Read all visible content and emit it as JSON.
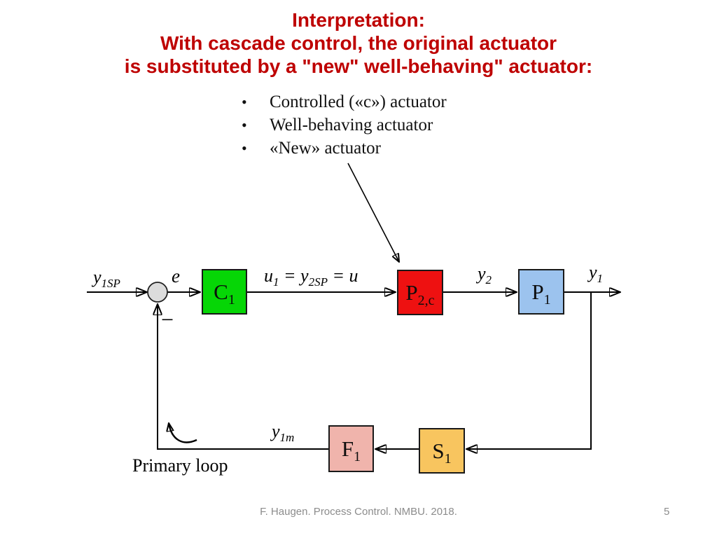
{
  "title": {
    "color": "#be0000",
    "lines": [
      "Interpretation:",
      "With cascade control, the original actuator",
      "is substituted by a \"new\" well-behaving\" actuator:"
    ]
  },
  "bullets": {
    "marker": "•",
    "items": [
      "Controlled («c») actuator",
      "Well-behaving actuator",
      "«New» actuator"
    ]
  },
  "diagram": {
    "blocks": {
      "c1": {
        "main": "C",
        "sub": "1",
        "fill": "#06d606"
      },
      "p2c": {
        "main": "P",
        "sub": "2,c",
        "fill": "#ee1111"
      },
      "p1": {
        "main": "P",
        "sub": "1",
        "fill": "#9cc3ee"
      },
      "s1": {
        "main": "S",
        "sub": "1",
        "fill": "#f8c55f"
      },
      "f1": {
        "main": "F",
        "sub": "1",
        "fill": "#f0b4ac"
      }
    },
    "labels": {
      "y1sp": {
        "base": "y",
        "sub": "1SP"
      },
      "e": {
        "base": "e"
      },
      "u_chain": {
        "p0": "u",
        "s0": "1",
        "p1": " = y",
        "s1": "2SP",
        "p2": " = u"
      },
      "y2": {
        "base": "y",
        "sub": "2"
      },
      "y1": {
        "base": "y",
        "sub": "1"
      },
      "y1m": {
        "base": "y",
        "sub": "1m"
      },
      "minus": "−",
      "primary_loop": "Primary loop"
    },
    "colors": {
      "junction_fill": "#dcdcdc",
      "wire": "#000000"
    }
  },
  "footer": {
    "credit": "F. Haugen. Process Control. NMBU. 2018.",
    "page": "5"
  }
}
